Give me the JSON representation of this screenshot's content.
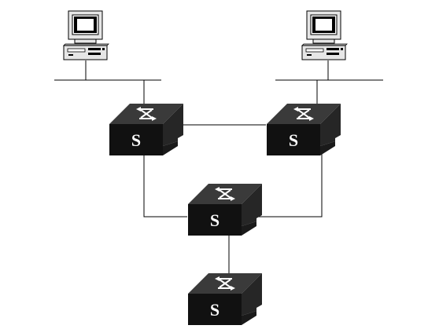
{
  "diagram": {
    "colors": {
      "background": "#ffffff",
      "switch_top": "#3a3a3a",
      "switch_front": "#111111",
      "switch_side": "#262626",
      "switch_symbol": "#ffffff",
      "pc_body": "#e6e6e6",
      "pc_screen": "#000000",
      "links": "#000000"
    },
    "switches": [
      {
        "id": "switch-top-left",
        "label": "S",
        "icon": "switch-icon"
      },
      {
        "id": "switch-top-right",
        "label": "S",
        "icon": "switch-icon"
      },
      {
        "id": "switch-middle",
        "label": "S",
        "icon": "switch-icon"
      },
      {
        "id": "switch-bottom",
        "label": "S",
        "icon": "switch-icon"
      }
    ],
    "hosts": [
      {
        "id": "pc-left",
        "icon": "desktop-computer-icon"
      },
      {
        "id": "pc-right",
        "icon": "desktop-computer-icon"
      }
    ]
  }
}
